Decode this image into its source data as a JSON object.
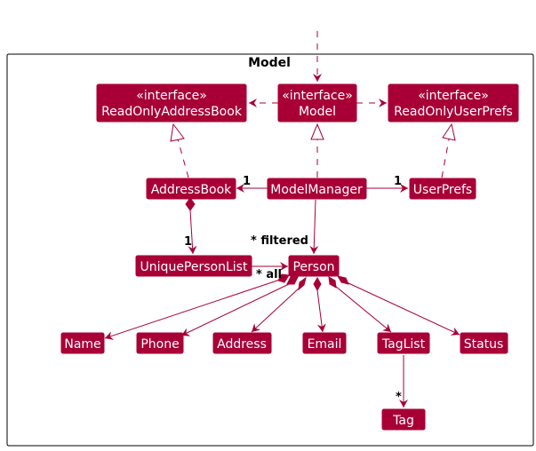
{
  "package": {
    "label": "Model"
  },
  "classes": {
    "ro_address_book": {
      "stereotype": "«interface»",
      "name": "ReadOnlyAddressBook"
    },
    "model": {
      "stereotype": "«interface»",
      "name": "Model"
    },
    "ro_user_prefs": {
      "stereotype": "«interface»",
      "name": "ReadOnlyUserPrefs"
    },
    "address_book": {
      "name": "AddressBook"
    },
    "model_manager": {
      "name": "ModelManager"
    },
    "user_prefs": {
      "name": "UserPrefs"
    },
    "unique_person_list": {
      "name": "UniquePersonList"
    },
    "person": {
      "name": "Person"
    },
    "name": {
      "name": "Name"
    },
    "phone": {
      "name": "Phone"
    },
    "address": {
      "name": "Address"
    },
    "email": {
      "name": "Email"
    },
    "tag_list": {
      "name": "TagList"
    },
    "status": {
      "name": "Status"
    },
    "tag": {
      "name": "Tag"
    }
  },
  "multiplicities": {
    "mm_to_address_book": "1",
    "mm_to_user_prefs": "1",
    "ab_to_upl": "1",
    "mm_to_person_filtered": "* filtered",
    "upl_to_person_all": "* all",
    "taglist_to_tag": "*"
  },
  "colors": {
    "box_fill": "#a80036",
    "box_stroke": "#a80036",
    "line": "#a80036",
    "text_on_box": "#ffffff"
  }
}
